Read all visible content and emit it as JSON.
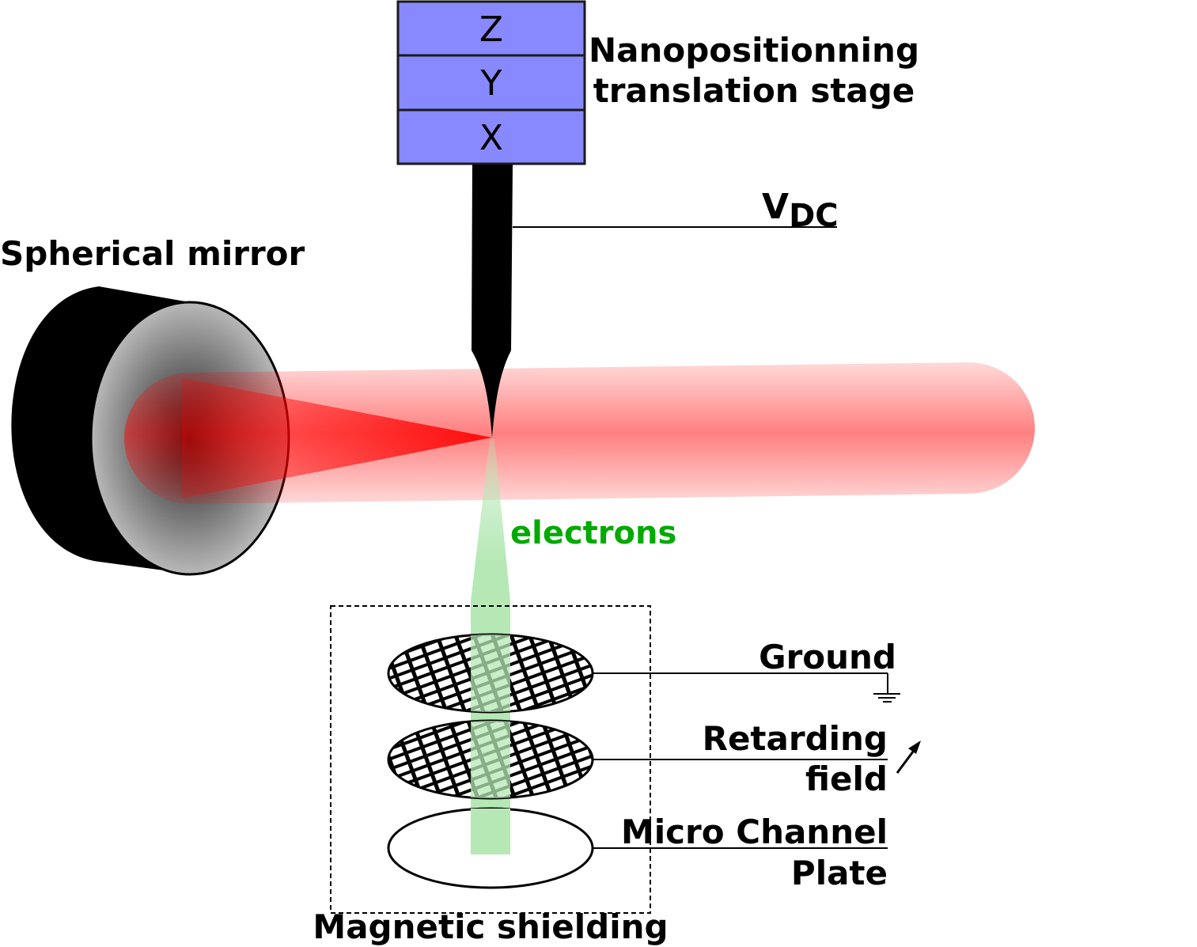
{
  "stage": {
    "axes": [
      "Z",
      "Y",
      "X"
    ],
    "label_line1": "Nanopositionning",
    "label_line2": "translation stage",
    "color": "#8888ff"
  },
  "voltage": {
    "main": "V",
    "sub": "DC"
  },
  "mirror": {
    "label": "Spherical mirror"
  },
  "electrons": {
    "label": "electrons",
    "color": "#00aa00",
    "beam_color": "#b5e8b5"
  },
  "laser": {
    "color": "#ff0000"
  },
  "grids": {
    "ground": "Ground",
    "retarding_line1": "Retarding",
    "retarding_line2": "field",
    "mcp_line1": "Micro Channel",
    "mcp_line2": "Plate"
  },
  "shielding": {
    "label": "Magnetic shielding"
  }
}
